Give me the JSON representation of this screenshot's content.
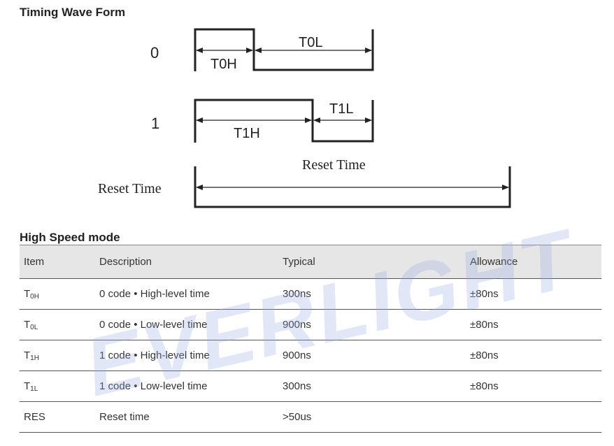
{
  "sections": {
    "timing_title": "Timing Wave Form",
    "speed_title": "High Speed mode"
  },
  "waveform": {
    "code0_label": "0",
    "code1_label": "1",
    "reset_left_label": "Reset Time",
    "reset_top_label": "Reset Time",
    "t0h": "T0H",
    "t0l": "T0L",
    "t1h": "T1H",
    "t1l": "T1L"
  },
  "table": {
    "headers": [
      "Item",
      "Description",
      "Typical",
      "Allowance"
    ],
    "rows": [
      {
        "item_main": "T",
        "item_sub": "0H",
        "description": "0 code • High-level time",
        "typical": "300ns",
        "allowance": "±80ns"
      },
      {
        "item_main": "T",
        "item_sub": "0L",
        "description": "0 code • Low-level time",
        "typical": "900ns",
        "allowance": "±80ns"
      },
      {
        "item_main": "T",
        "item_sub": "1H",
        "description": "1 code • High-level time",
        "typical": "900ns",
        "allowance": "±80ns"
      },
      {
        "item_main": "T",
        "item_sub": "1L",
        "description": "1 code • Low-level time",
        "typical": "300ns",
        "allowance": "±80ns"
      },
      {
        "item_main": "RES",
        "item_sub": "",
        "description": "Reset time",
        "typical": ">50us",
        "allowance": ""
      }
    ]
  },
  "watermark": "EVERLIGHT"
}
